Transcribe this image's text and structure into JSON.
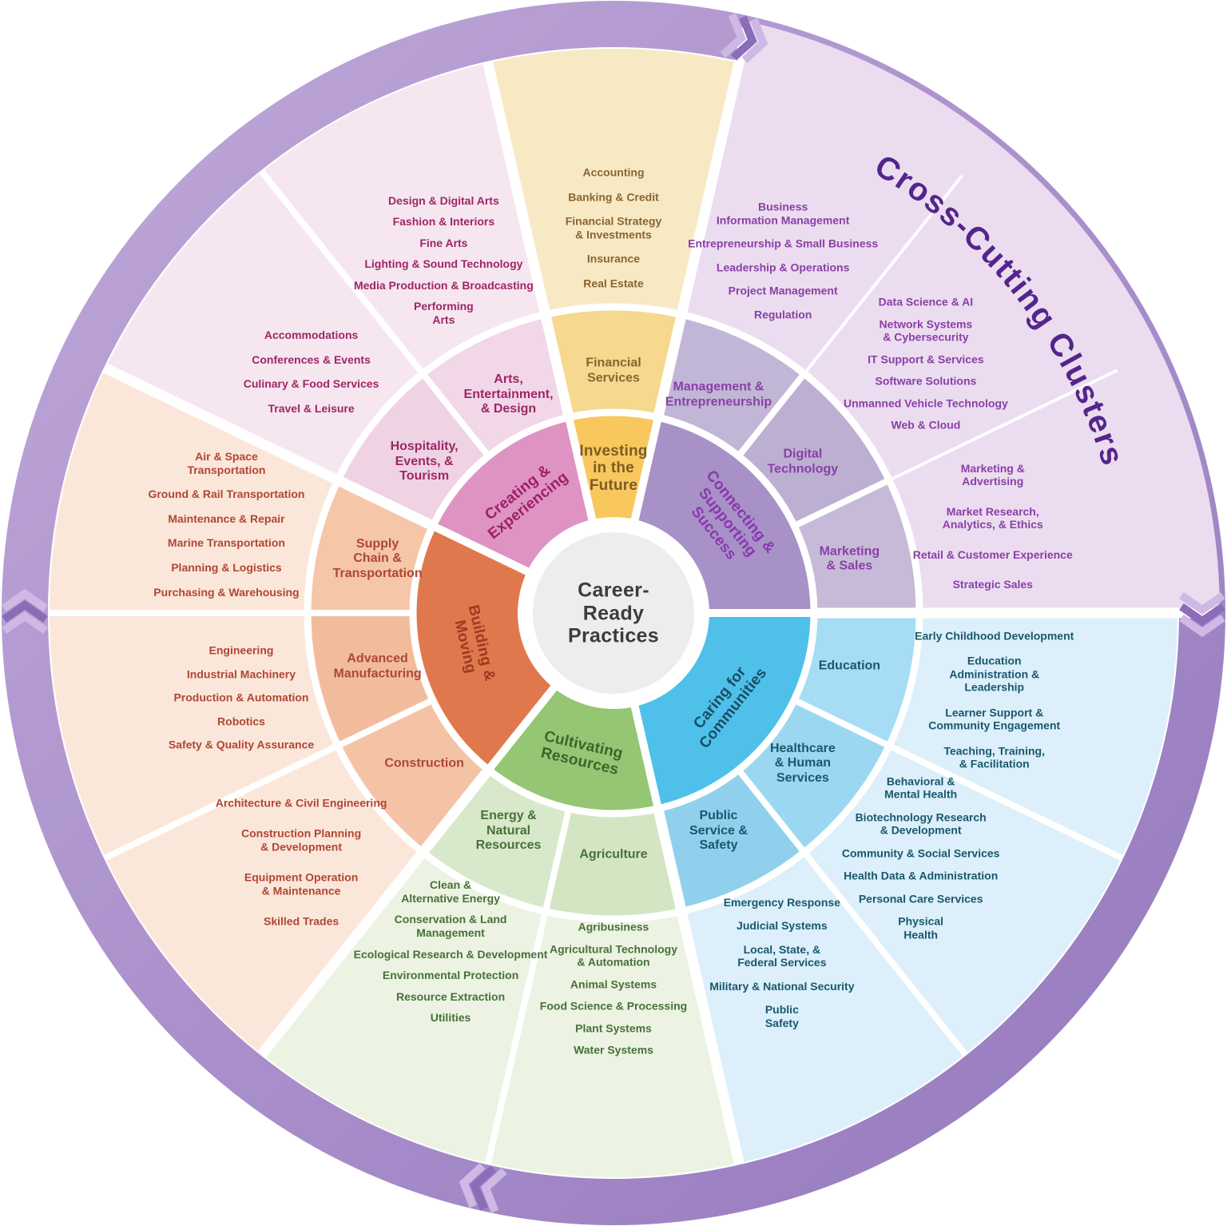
{
  "title": "Cross-Cutting Clusters",
  "center_label": "Career-\nReady\nPractices",
  "colors": {
    "background": "#FFFFFF",
    "band_light": "#BFA8D9",
    "band_dark": "#9579BE",
    "chevron_light": "#CDB9E4",
    "chevron_dark": "#8B6DB7",
    "cross_region": "#EBDDEF",
    "title_text": "#54258C",
    "center_bg": "#EEEDED",
    "center_text": "#3C3C3C",
    "separator": "#FFFFFF"
  },
  "domains": [
    {
      "id": "investing-in-the-future",
      "label": "Investing\nin the\nFuture",
      "cross_cutting": false,
      "colors": {
        "inner": "#F8C85E",
        "middle": "#F6D88E",
        "outer": "#F8E9C5",
        "text": "#8A6430",
        "inner_text": "#7E5B24"
      },
      "clusters": [
        {
          "id": "financial-services",
          "label": "Financial\nServices",
          "pathways": [
            "Accounting",
            "Banking & Credit",
            "Financial Strategy\n& Investments",
            "Insurance",
            "Real Estate"
          ]
        }
      ]
    },
    {
      "id": "connecting-supporting-success",
      "label": "Connecting &\nSupporting\nSuccess",
      "cross_cutting": true,
      "colors": {
        "inner": "#A791C6",
        "middle": "#BFB2D3",
        "outer": "#EBDDEF",
        "text": "#8A3FA8",
        "inner_text": "#8A36B0"
      },
      "clusters": [
        {
          "id": "management-entrepreneurship",
          "label": "Management &\nEntrepreneurship",
          "middle": "#C2B6D6",
          "pathways": [
            "Business\nInformation Management",
            "Entrepreneurship & Small Business",
            "Leadership & Operations",
            "Project Management",
            "Regulation"
          ]
        },
        {
          "id": "digital-technology",
          "label": "Digital\nTechnology",
          "middle": "#BCAFD1",
          "pathways": [
            "Data Science & AI",
            "Network Systems\n& Cybersecurity",
            "IT Support & Services",
            "Software Solutions",
            "Unmanned Vehicle Technology",
            "Web & Cloud"
          ]
        },
        {
          "id": "marketing-sales",
          "label": "Marketing\n& Sales",
          "middle": "#C6BAD8",
          "pathways": [
            "Marketing &\nAdvertising",
            "Market Research,\nAnalytics, & Ethics",
            "Retail & Customer Experience",
            "Strategic Sales"
          ]
        }
      ]
    },
    {
      "id": "caring-for-communities",
      "label": "Caring for\nCommunities",
      "cross_cutting": false,
      "colors": {
        "inner": "#4EC0E9",
        "middle": "#9FD9F2",
        "outer": "#DCEFFA",
        "text": "#19586E",
        "inner_text": "#1B4B66"
      },
      "clusters": [
        {
          "id": "education",
          "label": "Education",
          "middle": "#A6DCF4",
          "pathways": [
            "Early Childhood Development",
            "Education\nAdministration &\nLeadership",
            "Learner Support &\nCommunity Engagement",
            "Teaching, Training,\n& Facilitation"
          ]
        },
        {
          "id": "healthcare-human-services",
          "label": "Healthcare\n& Human\nServices",
          "middle": "#9BD7F1",
          "pathways": [
            "Behavioral &\nMental Health",
            "Biotechnology Research\n& Development",
            "Community & Social Services",
            "Health Data & Administration",
            "Personal Care Services",
            "Physical\nHealth"
          ]
        },
        {
          "id": "public-service-safety",
          "label": "Public\nService &\nSafety",
          "middle": "#90D0EC",
          "pathways": [
            "Emergency Response",
            "Judicial Systems",
            "Local, State, &\nFederal Services",
            "Military & National Security",
            "Public\nSafety"
          ]
        }
      ]
    },
    {
      "id": "cultivating-resources",
      "label": "Cultivating\nResources",
      "cross_cutting": false,
      "colors": {
        "inner": "#95C673",
        "middle": "#D6E6C7",
        "outer": "#ECF3E2",
        "text": "#47713A",
        "inner_text": "#3D652A"
      },
      "clusters": [
        {
          "id": "agriculture",
          "label": "Agriculture",
          "middle": "#D4E5C4",
          "pathways": [
            "Agribusiness",
            "Agricultural Technology\n& Automation",
            "Animal Systems",
            "Food Science & Processing",
            "Plant Systems",
            "Water Systems"
          ]
        },
        {
          "id": "energy-natural-resources",
          "label": "Energy &\nNatural\nResources",
          "middle": "#D8E8CA",
          "pathways": [
            "Clean &\nAlternative Energy",
            "Conservation & Land\nManagement",
            "Ecological Research & Development",
            "Environmental Protection",
            "Resource Extraction",
            "Utilities"
          ]
        }
      ]
    },
    {
      "id": "building-moving",
      "label": "Building &\nMoving",
      "cross_cutting": false,
      "colors": {
        "inner": "#E0784E",
        "middle": "#F3C0A2",
        "outer": "#FBE7DA",
        "text": "#B04634",
        "inner_text": "#9E3A20"
      },
      "clusters": [
        {
          "id": "construction",
          "label": "Construction",
          "middle": "#F4C3A6",
          "pathways": [
            "Architecture & Civil Engineering",
            "Construction Planning\n& Development",
            "Equipment Operation\n& Maintenance",
            "Skilled Trades"
          ]
        },
        {
          "id": "advanced-manufacturing",
          "label": "Advanced\nManufacturing",
          "middle": "#F2BC9C",
          "pathways": [
            "Engineering",
            "Industrial Machinery",
            "Production & Automation",
            "Robotics",
            "Safety & Quality Assurance"
          ]
        },
        {
          "id": "supply-chain-transportation",
          "label": "Supply\nChain &\nTransportation",
          "middle": "#F5C6A8",
          "pathways": [
            "Air & Space\nTransportation",
            "Ground & Rail Transportation",
            "Maintenance & Repair",
            "Marine Transportation",
            "Planning & Logistics",
            "Purchasing & Warehousing"
          ]
        }
      ]
    },
    {
      "id": "creating-experiencing",
      "label": "Creating &\nExperiencing",
      "cross_cutting": false,
      "colors": {
        "inner": "#DE93C3",
        "middle": "#EFD3E5",
        "outer": "#F6E6F0",
        "text": "#9D2766",
        "inner_text": "#9C2064"
      },
      "clusters": [
        {
          "id": "hospitality-events-tourism",
          "label": "Hospitality,\nEvents, &\nTourism",
          "middle": "#EFD3E5",
          "pathways": [
            "Accommodations",
            "Conferences & Events",
            "Culinary & Food Services",
            "Travel & Leisure"
          ]
        },
        {
          "id": "arts-entertainment-design",
          "label": "Arts,\nEntertainment,\n& Design",
          "middle": "#F1D7E8",
          "pathways": [
            "Design & Digital Arts",
            "Fashion & Interiors",
            "Fine Arts",
            "Lighting & Sound Technology",
            "Media Production & Broadcasting",
            "Performing\nArts"
          ]
        }
      ]
    }
  ]
}
